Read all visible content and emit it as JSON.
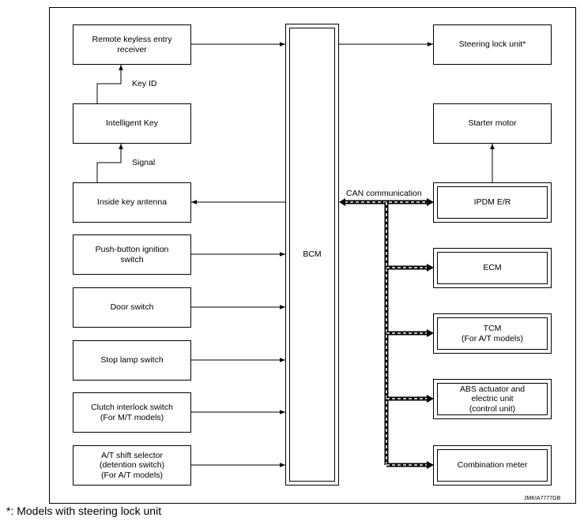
{
  "left_boxes": {
    "remote_keyless": "Remote keyless entry\nreceiver",
    "intelligent_key": "Intelligent Key",
    "inside_key_antenna": "Inside key antenna",
    "push_button": "Push-button ignition\nswitch",
    "door_switch": "Door switch",
    "stop_lamp": "Stop lamp switch",
    "clutch_interlock": "Clutch interlock switch\n(For M/T models)",
    "at_shift": "A/T shift selector\n(detention switch)\n(For A/T models)"
  },
  "bcm": "BCM",
  "right_boxes": {
    "steering_lock": "Steering lock unit*",
    "starter_motor": "Starter motor",
    "ipdm": "IPDM E/R",
    "ecm": "ECM",
    "tcm": "TCM\n(For A/T models)",
    "abs": "ABS actuator and\nelectric unit\n(control unit)",
    "combination_meter": "Combination meter"
  },
  "labels": {
    "key_id": "Key ID",
    "signal": "Signal",
    "can_communication": "CAN communication"
  },
  "figure_code": "JMKIA7777GB",
  "footnote": "*: Models with steering lock unit"
}
